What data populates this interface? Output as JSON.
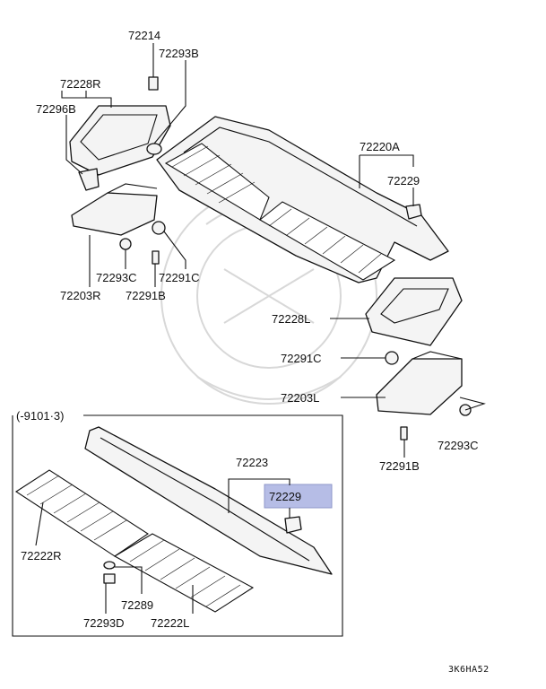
{
  "labels": {
    "p72214": "72214",
    "p72293b": "72293B",
    "p72228r": "72228R",
    "p72296b": "72296B",
    "p72220a": "72220A",
    "p72229_top": "72229",
    "p72293c_left": "72293C",
    "p72291c_left": "72291C",
    "p72203r": "72203R",
    "p72291b_left": "72291B",
    "p72228l": "72228L",
    "p72291c_right": "72291C",
    "p72203l": "72203L",
    "p72293c_right": "72293C",
    "p72291b_right": "72291B",
    "inset_date": "(-9101·3)",
    "p72223": "72223",
    "p72229_highlight": "72229",
    "p72222r": "72222R",
    "p72289": "72289",
    "p72293d": "72293D",
    "p72222l": "72222L",
    "diagram_code": "3K6HA52"
  },
  "colors": {
    "highlight": "#b6bde6",
    "line": "#111111"
  }
}
